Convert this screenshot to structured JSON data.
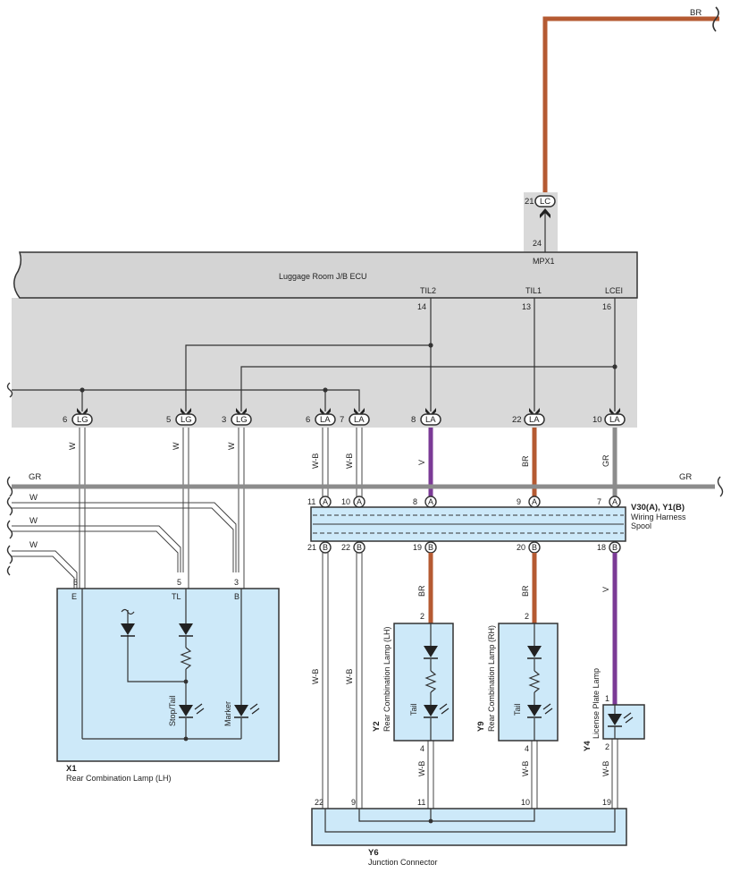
{
  "colors": {
    "ecu_fill": "#d9d9d9",
    "ecu_body": "#d4d4d4",
    "blue_fill": "#cde9f9",
    "wire_br": "#b55a32",
    "wire_v": "#7b3a96",
    "wire_gr": "#8c8c8c",
    "wire_dark": "#333333"
  },
  "ecu": {
    "name": "Luggage Room J/B ECU",
    "top_pin_num": "24",
    "top_pin_label": "MPX1",
    "pins": [
      {
        "label": "TIL2",
        "num": "14"
      },
      {
        "label": "TIL1",
        "num": "13"
      },
      {
        "label": "LCEI",
        "num": "16"
      }
    ],
    "top_connector": {
      "num": "21",
      "code": "LC"
    }
  },
  "br_wire_label": "BR",
  "bottom_connectors": [
    {
      "num": "6",
      "code": "LG"
    },
    {
      "num": "5",
      "code": "LG"
    },
    {
      "num": "3",
      "code": "LG"
    },
    {
      "num": "6",
      "code": "LA"
    },
    {
      "num": "7",
      "code": "LA"
    },
    {
      "num": "8",
      "code": "LA"
    },
    {
      "num": "22",
      "code": "LA"
    },
    {
      "num": "10",
      "code": "LA"
    }
  ],
  "wire_colors": [
    "W",
    "W",
    "W",
    "W-B",
    "W-B",
    "V",
    "BR",
    "GR"
  ],
  "gr_line": {
    "left": "GR",
    "right": "GR"
  },
  "w_lines": [
    "W",
    "W",
    "W"
  ],
  "spool": {
    "title": "V30(A), Y1(B)",
    "line1": "Wiring Harness",
    "line2": "Spool",
    "top_pins": [
      {
        "num": "11",
        "code": "A"
      },
      {
        "num": "10",
        "code": "A"
      },
      {
        "num": "8",
        "code": "A"
      },
      {
        "num": "9",
        "code": "A"
      },
      {
        "num": "7",
        "code": "A"
      }
    ],
    "bottom_pins": [
      {
        "num": "21",
        "code": "B"
      },
      {
        "num": "22",
        "code": "B"
      },
      {
        "num": "19",
        "code": "B"
      },
      {
        "num": "20",
        "code": "B"
      },
      {
        "num": "18",
        "code": "B"
      }
    ]
  },
  "x1": {
    "id": "X1",
    "name": "Rear Combination Lamp (LH)",
    "pin_nums": [
      "6",
      "5",
      "3"
    ],
    "pin_labels": [
      "E",
      "TL",
      "B"
    ],
    "bulb1": "Stop/Tail",
    "bulb2": "Marker"
  },
  "y2": {
    "id": "Y2",
    "name": "Rear Combination Lamp (LH)",
    "pin_top": "2",
    "pin_bottom": "4",
    "bulb": "Tail"
  },
  "y9": {
    "id": "Y9",
    "name": "Rear Combination Lamp (RH)",
    "pin_top": "2",
    "pin_bottom": "4",
    "bulb": "Tail"
  },
  "y4": {
    "id": "Y4",
    "name": "License Plate Lamp",
    "pin_top": "1",
    "pin_bottom": "2"
  },
  "lower_wire_labels": {
    "spool_out": [
      "BR",
      "BR",
      "V"
    ],
    "wb": [
      "W-B",
      "W-B",
      "W-B",
      "W-B",
      "W-B"
    ]
  },
  "y6": {
    "id": "Y6",
    "name": "Junction Connector",
    "pins": [
      "22",
      "9",
      "11",
      "10",
      "19"
    ]
  }
}
